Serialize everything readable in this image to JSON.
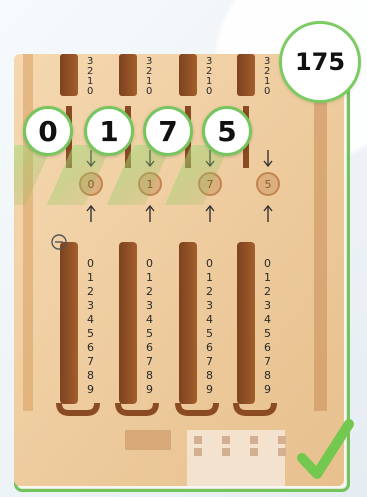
{
  "result": {
    "value": "175"
  },
  "digits": [
    "0",
    "1",
    "7",
    "5"
  ],
  "scale": {
    "upper_numbers": [
      "3",
      "2",
      "1",
      "0"
    ],
    "lower_numbers": [
      "0",
      "1",
      "2",
      "3",
      "4",
      "5",
      "6",
      "7",
      "8",
      "9"
    ]
  },
  "icons": {
    "minus": "minus-circle-icon",
    "check": "checkmark-icon",
    "arrow_down": "arrow-down-icon",
    "arrow_up": "arrow-up-icon"
  },
  "colors": {
    "accent_green": "#77c55f",
    "wood": "#e9c99d",
    "wood_dark": "#9a5a2b",
    "highlight": "#8ecb63"
  }
}
